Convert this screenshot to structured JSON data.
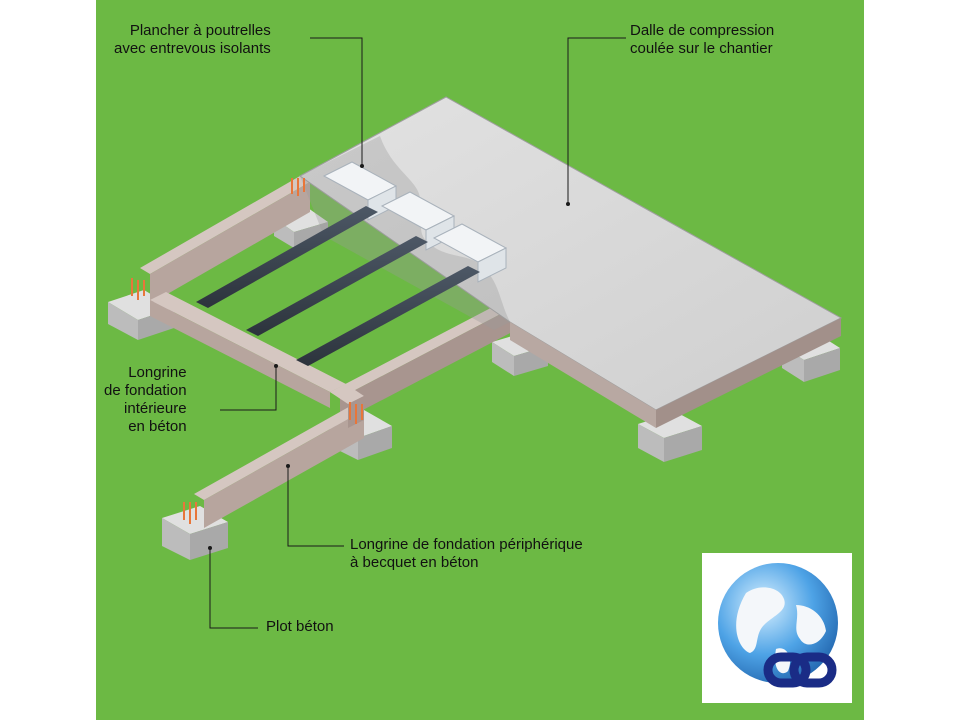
{
  "labels": {
    "plancher": [
      "Plancher à poutrelles",
      "avec entrevous isolants"
    ],
    "dalle": [
      "Dalle de compression",
      "coulée sur le chantier"
    ],
    "longrine_interieure": [
      "Longrine",
      "de fondation",
      "intérieure",
      "en béton"
    ],
    "longrine_peripherique": [
      "Longrine de fondation périphérique",
      "à becquet en béton"
    ],
    "plot": [
      "Plot béton"
    ]
  },
  "colors": {
    "background": "#6cb944",
    "slab": "#d8d8d8",
    "beam": "#b5a39d",
    "pad": "#d0d0d0",
    "joist": "#3b4450",
    "rebar": "#e8763a",
    "leader": "#1a1a1a"
  },
  "logo": {
    "icon": "globe-chain-logo-icon"
  }
}
